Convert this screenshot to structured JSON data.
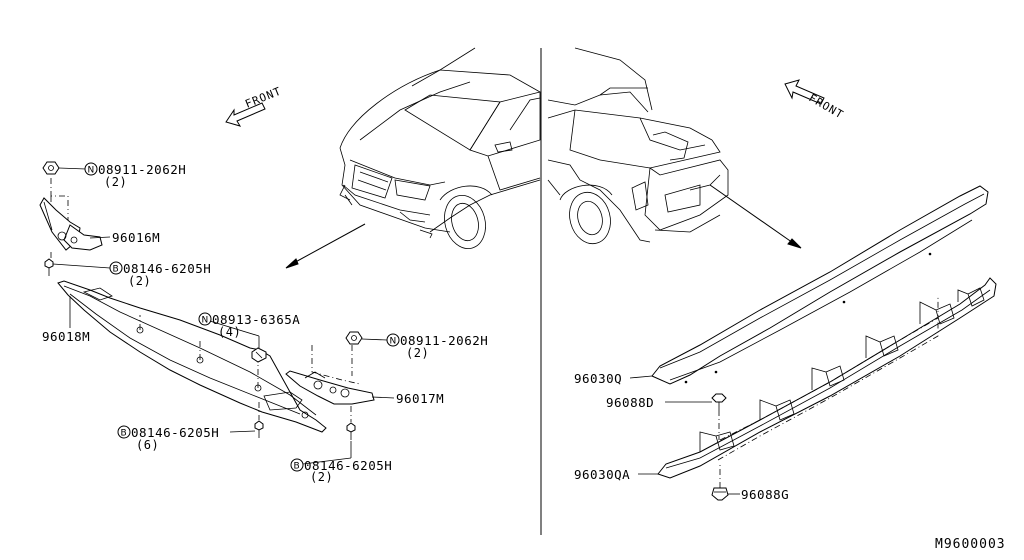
{
  "diagram_ref": "M9600003",
  "front_label": "FRONT",
  "left_panel": {
    "callouts": [
      {
        "prefix": "N",
        "number": "08911-2062H",
        "qty": "(2)"
      },
      {
        "prefix": "",
        "number": "96016M",
        "qty": ""
      },
      {
        "prefix": "B",
        "number": "08146-6205H",
        "qty": "(2)"
      },
      {
        "prefix": "",
        "number": "96018M",
        "qty": ""
      },
      {
        "prefix": "N",
        "number": "08913-6365A",
        "qty": "(4)"
      },
      {
        "prefix": "N",
        "number": "08911-2062H",
        "qty": "(2)"
      },
      {
        "prefix": "",
        "number": "96017M",
        "qty": ""
      },
      {
        "prefix": "B",
        "number": "08146-6205H",
        "qty": "(6)"
      },
      {
        "prefix": "B",
        "number": "08146-6205H",
        "qty": "(2)"
      }
    ]
  },
  "right_panel": {
    "callouts": [
      {
        "prefix": "",
        "number": "96030Q",
        "qty": ""
      },
      {
        "prefix": "",
        "number": "96088D",
        "qty": ""
      },
      {
        "prefix": "",
        "number": "96030QA",
        "qty": ""
      },
      {
        "prefix": "",
        "number": "96088G",
        "qty": ""
      }
    ]
  }
}
